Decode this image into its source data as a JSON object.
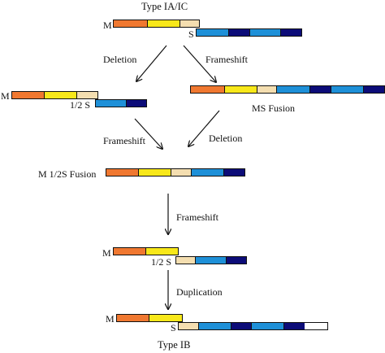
{
  "labels": {
    "top_title": "Type IA/IC",
    "bottom_title": "Type IB",
    "m": "M",
    "s": "S",
    "half_s": "1/2 S",
    "ms_fusion": "MS Fusion",
    "m_half_s_fusion": "M 1/2S Fusion"
  },
  "steps": {
    "deletion": "Deletion",
    "frameshift": "Frameshift",
    "duplication": "Duplication"
  },
  "colors": {
    "orange": "#f07830",
    "yellow": "#f8e81a",
    "beige": "#f4deb0",
    "blue": "#1e90d8",
    "navy": "#0c0c78",
    "line": "#111111"
  }
}
